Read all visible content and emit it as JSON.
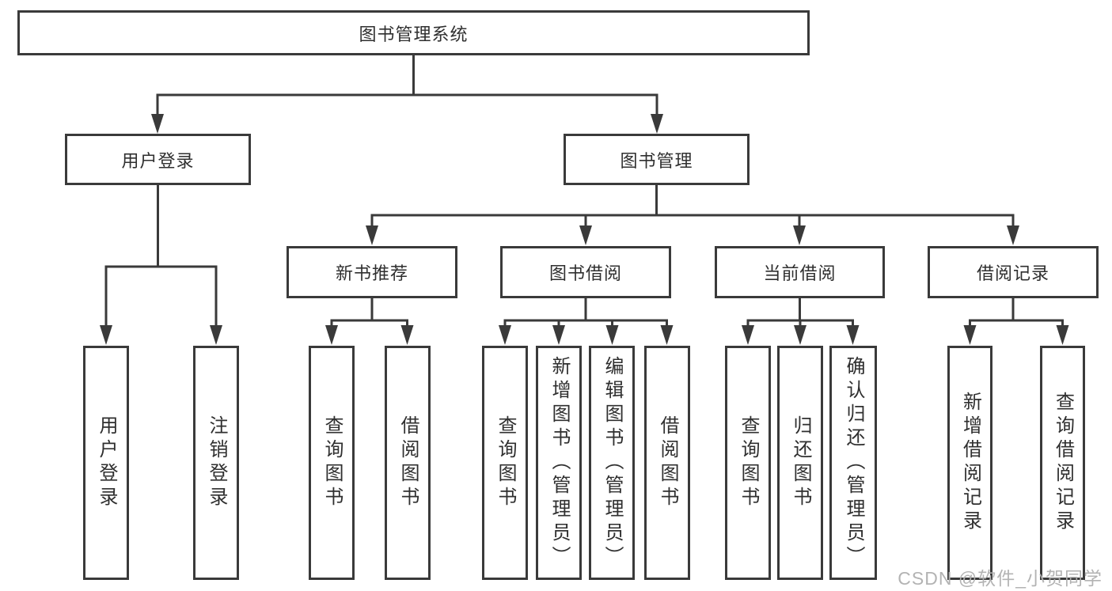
{
  "tree": {
    "label": "图书管理系统",
    "children": [
      {
        "label": "用户登录",
        "children": [
          {
            "label": "用户登录"
          },
          {
            "label": "注销登录"
          }
        ]
      },
      {
        "label": "图书管理",
        "children": [
          {
            "label": "新书推荐",
            "children": [
              {
                "label": "查询图书"
              },
              {
                "label": "借阅图书"
              }
            ]
          },
          {
            "label": "图书借阅",
            "children": [
              {
                "label": "查询图书"
              },
              {
                "label": "新增图书（管理员）"
              },
              {
                "label": "编辑图书（管理员）"
              },
              {
                "label": "借阅图书"
              }
            ]
          },
          {
            "label": "当前借阅",
            "children": [
              {
                "label": "查询图书"
              },
              {
                "label": "归还图书"
              },
              {
                "label": "确认归还（管理员）"
              }
            ]
          },
          {
            "label": "借阅记录",
            "children": [
              {
                "label": "新增借阅记录"
              },
              {
                "label": "查询借阅记录"
              }
            ]
          }
        ]
      }
    ]
  },
  "watermark": {
    "text": "CSDN @软件_小贺同学"
  },
  "colors": {
    "line": "#3a3a3a",
    "text": "#2f2f2f",
    "watermark": "#afafaf",
    "background": "#ffffff"
  }
}
